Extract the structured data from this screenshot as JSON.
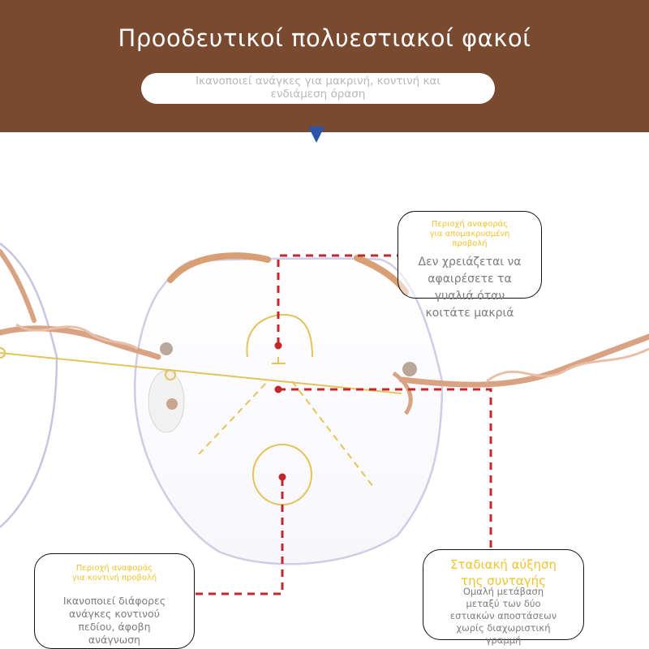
{
  "header": {
    "title": "Προοδευτικοί πολυεστιακοί φακοί",
    "subtitle_line1": "Ικανοποιεί ανάγκες για μακρινή, κοντινή και",
    "subtitle_line2": "ενδιάμεση όραση"
  },
  "callouts": {
    "far": {
      "heading_line1": "Περιοχή αναφοράς",
      "heading_line2": "για απομακρυσμένη",
      "heading_line3": "προβολή",
      "body_line1": "Δεν χρειάζεται να",
      "body_line2": "αφαιρέσετε τα",
      "body_line3": "γυαλιά όταν",
      "body_line4": "κοιτάτε μακριά"
    },
    "near": {
      "heading_line1": "Περιοχή αναφοράς",
      "heading_line2": "για κοντινή προβολή",
      "body_line1": "Ικανοποιεί διάφορες",
      "body_line2": "ανάγκες κοντινού",
      "body_line3": "πεδίου, άφοβη",
      "body_line4": "ανάγνωση"
    },
    "gradual": {
      "heading_line1": "Σταδιακή αύξηση",
      "heading_line2": "της συνταγής",
      "body_line1": "Ομαλή μετάβαση",
      "body_line2": "μεταξύ των δύο",
      "body_line3": "εστιακών αποστάσεων",
      "body_line4": "χωρίς διαχωριστική",
      "body_line5": "γραμμή"
    }
  },
  "colors": {
    "header_bg": "#7a4a30",
    "arrow": "#2a55a8",
    "guide_red": "#c0282c",
    "zone_yellow": "#e3c35a",
    "frame_rose_gold": "#d9a283"
  }
}
